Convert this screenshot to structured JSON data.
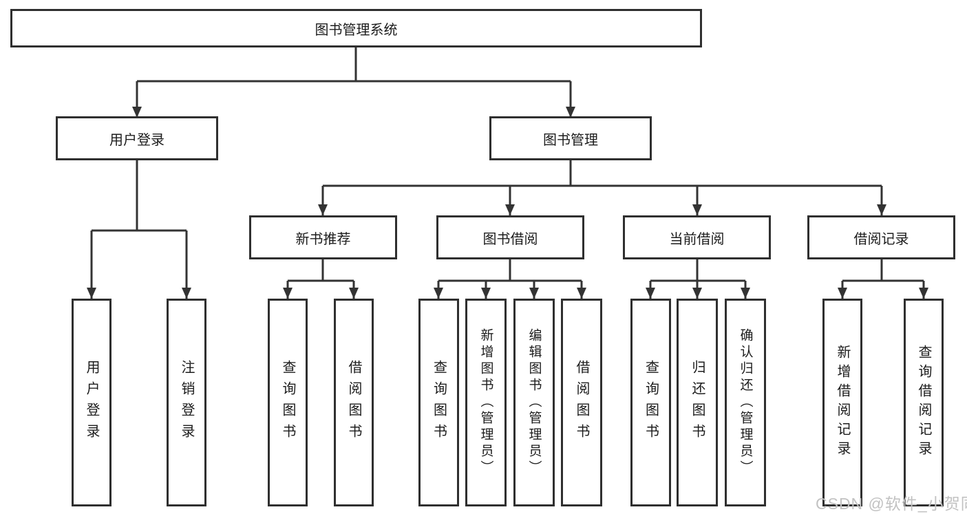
{
  "diagram": {
    "root": {
      "label": "图书管理系统"
    },
    "branches": {
      "user": {
        "label": "用户登录",
        "children": [
          {
            "label": "用户登录"
          },
          {
            "label": "注销登录"
          }
        ]
      },
      "book": {
        "label": "图书管理",
        "groups": [
          {
            "label": "新书推荐",
            "children": [
              {
                "label": "查询图书"
              },
              {
                "label": "借阅图书"
              }
            ]
          },
          {
            "label": "图书借阅",
            "children": [
              {
                "label": "查询图书"
              },
              {
                "label": "新增图书（管理员）"
              },
              {
                "label": "编辑图书（管理员）"
              },
              {
                "label": "借阅图书"
              }
            ]
          },
          {
            "label": "当前借阅",
            "children": [
              {
                "label": "查询图书"
              },
              {
                "label": "归还图书"
              },
              {
                "label": "确认归还（管理员）"
              }
            ]
          },
          {
            "label": "借阅记录",
            "children": [
              {
                "label": "新增借阅记录"
              },
              {
                "label": "查询借阅记录"
              }
            ]
          }
        ]
      }
    }
  },
  "watermark": {
    "text": "CSDN @软件_小贺同学"
  },
  "colors": {
    "line": "#333333",
    "box_border": "#2f2f2f",
    "box_background": "#ffffff",
    "text": "#1c1c1c",
    "watermark": "#c2c2c2"
  }
}
